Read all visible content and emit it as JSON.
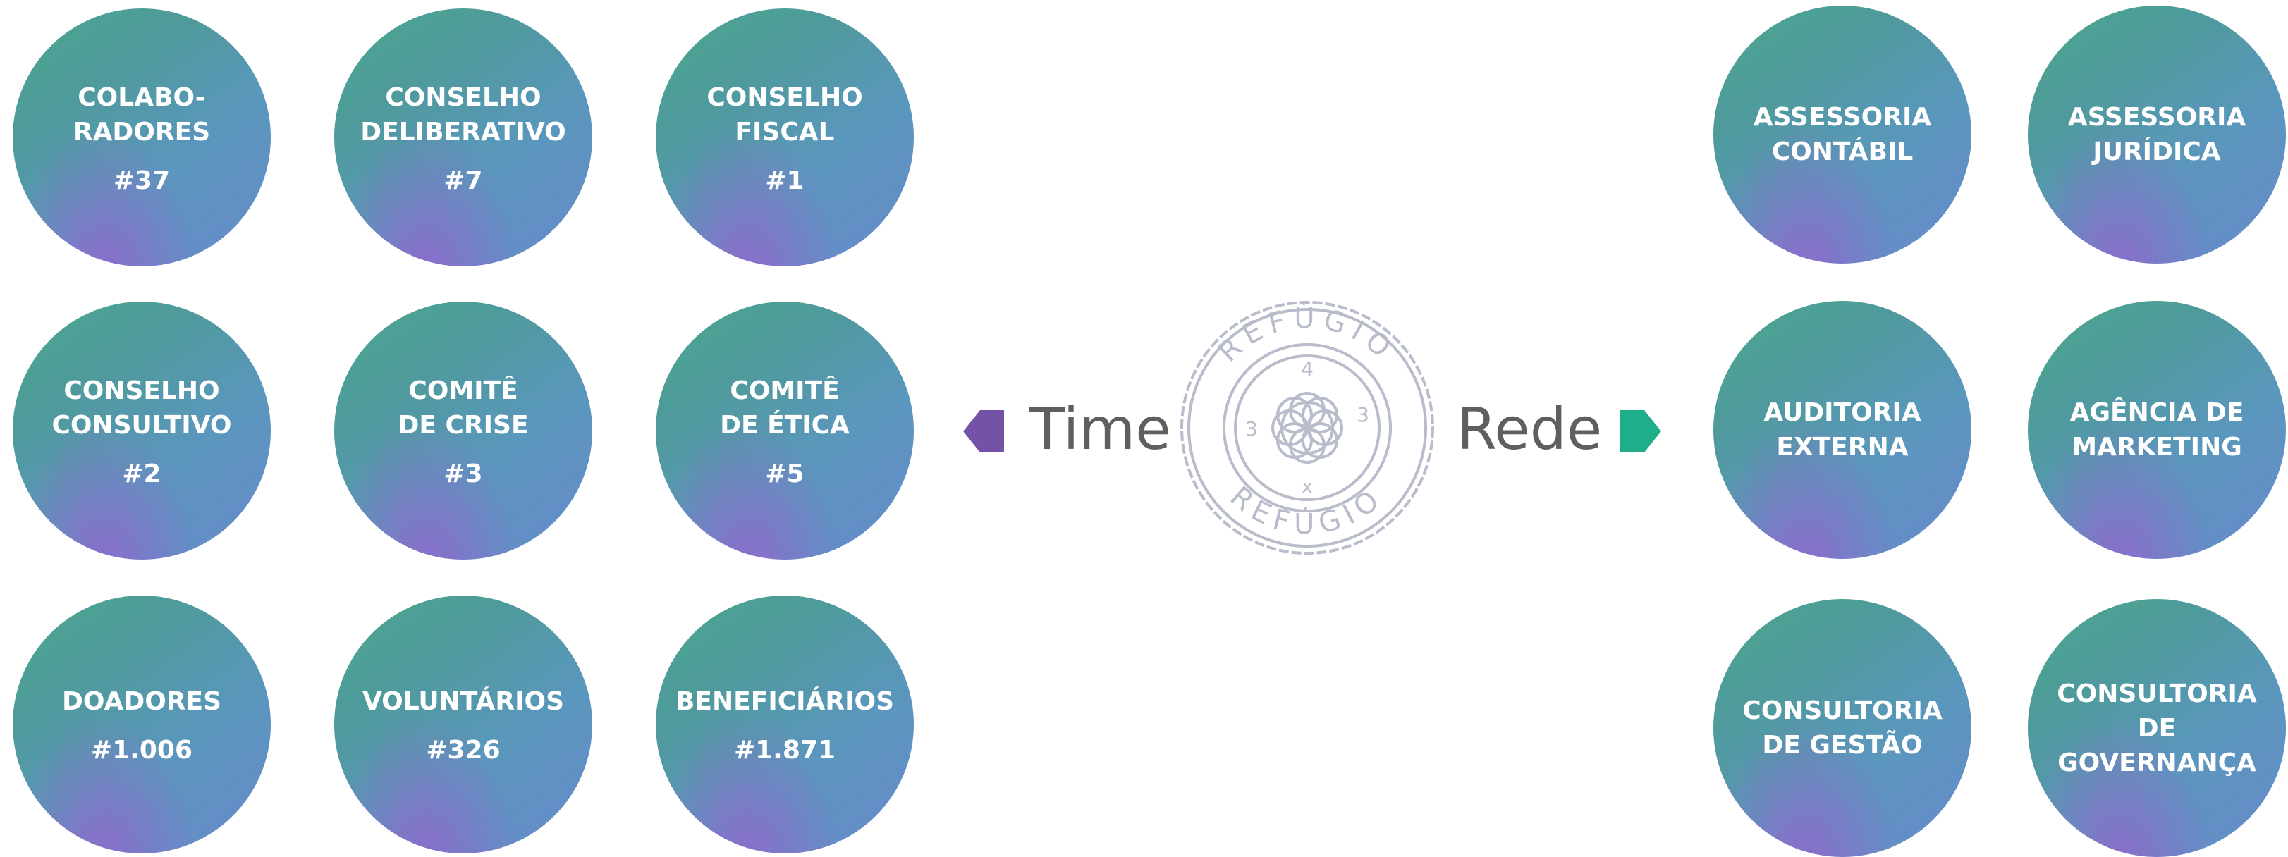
{
  "team_heading": "Time",
  "network_heading": "Rede",
  "stamp": {
    "ring_text": "REFÚGIO",
    "numbers": [
      "4",
      "3",
      "3",
      "x"
    ]
  },
  "team": [
    {
      "label": "COLABO-\nRADORES",
      "count": "#37"
    },
    {
      "label": "CONSELHO\nDELIBERATIVO",
      "count": "#7"
    },
    {
      "label": "CONSELHO\nFISCAL",
      "count": "#1"
    },
    {
      "label": "CONSELHO\nCONSULTIVO",
      "count": "#2"
    },
    {
      "label": "COMITÊ\nDE CRISE",
      "count": "#3"
    },
    {
      "label": "COMITÊ\nDE ÉTICA",
      "count": "#5"
    },
    {
      "label": "DOADORES",
      "count": "#1.006"
    },
    {
      "label": "VOLUNTÁRIOS",
      "count": "#326"
    },
    {
      "label": "BENEFICIÁRIOS",
      "count": "#1.871"
    }
  ],
  "network": [
    {
      "label": "ASSESSORIA\nCONTÁBIL"
    },
    {
      "label": "ASSESSORIA\nJURÍDICA"
    },
    {
      "label": "AUDITORIA\nEXTERNA"
    },
    {
      "label": "AGÊNCIA DE\nMARKETING"
    },
    {
      "label": "CONSULTORIA\nDE GESTÃO"
    },
    {
      "label": "CONSULTORIA\nDE\nGOVERNANÇA"
    }
  ],
  "colors": {
    "arrow_left": "#7453a6",
    "arrow_right": "#1fae8a",
    "stamp": "#b8bccb"
  }
}
